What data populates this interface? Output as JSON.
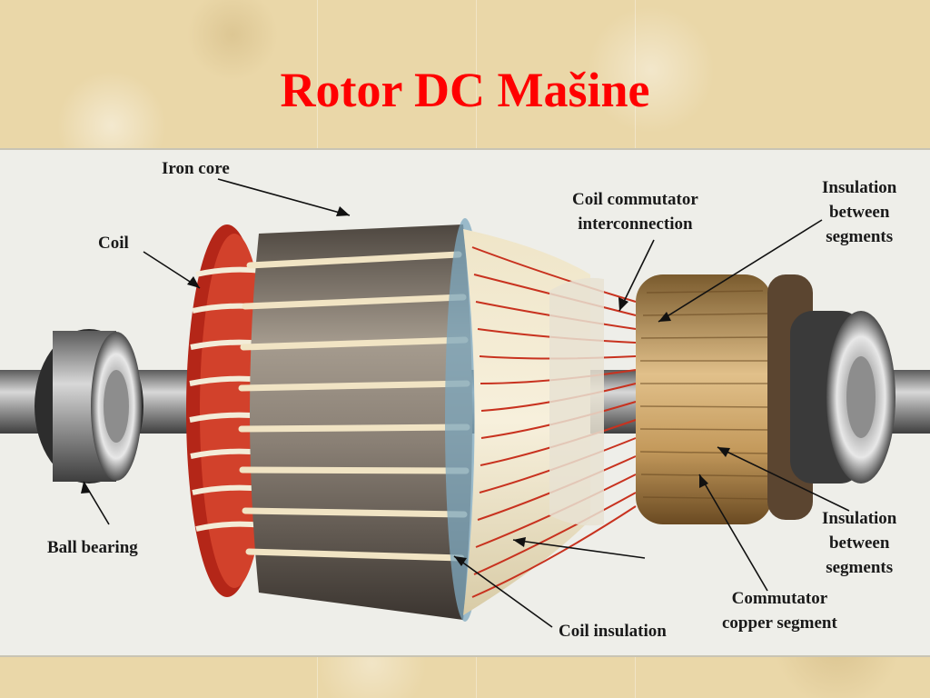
{
  "title": "Rotor DC Mašine",
  "labels": {
    "iron_core": "Iron core",
    "coil": "Coil",
    "ball_bearing": "Ball bearing",
    "coil_commutator_interconnection": [
      "Coil commutator",
      "interconnection"
    ],
    "insulation_between_segments_top": [
      "Insulation",
      "between",
      "segments"
    ],
    "insulation_between_segments_bottom": [
      "Insulation",
      "between",
      "segments"
    ],
    "commutator_copper_segment": [
      "Commutator",
      "copper segment"
    ],
    "coil_insulation": "Coil insulation"
  },
  "colors": {
    "title": "#ff0000",
    "copper_wire": "#c8321f",
    "iron": "#6e655a",
    "insulation_blue": "#8fb8cc"
  }
}
